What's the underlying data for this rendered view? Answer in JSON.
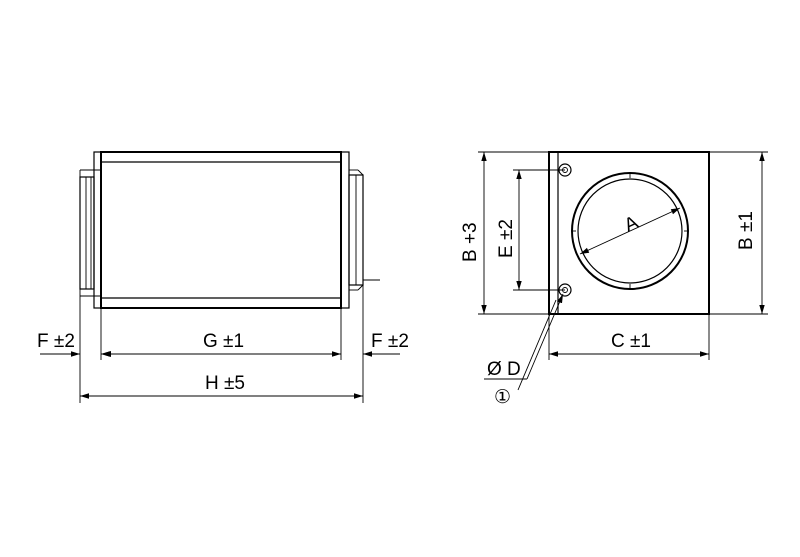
{
  "side_view": {
    "dim_f_left": "F ±2",
    "dim_g": "G ±1",
    "dim_f_right": "F ±2",
    "dim_h": "H ±5"
  },
  "end_view": {
    "dim_b_plus3": "B +3",
    "dim_e": "E ±2",
    "dim_a": "A",
    "dim_b_pm1": "B ±1",
    "dim_c": "C ±1",
    "dim_d": "Ø D",
    "callout": "①"
  }
}
